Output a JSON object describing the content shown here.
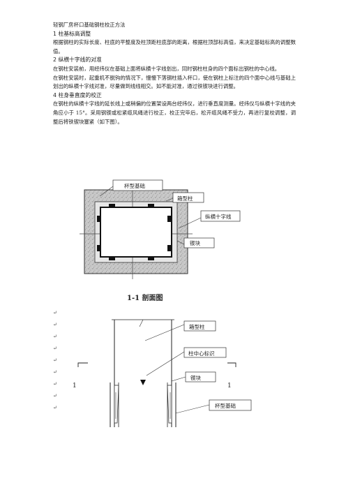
{
  "document": {
    "title": "轻钢厂房杯口基础钢柱校正方法",
    "sections": [
      {
        "heading": "1 柱基标高调整",
        "paragraphs": [
          "根据钢柱的实际长度、柱底的平整度及柱顶距柱底部的距离，根据柱顶部标高值，来决定基础标高的调整数值。"
        ]
      },
      {
        "heading": "2 纵横十字线的对准",
        "paragraphs": [
          "在钢柱安装前，用经纬仪在基础上面将纵横十字线划出，同时钢柱柱身的四个面标出钢柱的中心线。",
          "在钢柱安装时，起重机不脱钩的情况下，慢慢下落钢柱插入杯口，使在钢柱上标注的四个面中心线与基础上划出的纵横十字线对准，尽量做到线线相交。如不能对准，通过铁锲块进行调整。"
        ]
      },
      {
        "heading": "4 柱身垂直度的校正",
        "paragraphs": [
          "在钢柱的纵横十字线的延长线上或稍偏的位置架设两台经纬仪，进行垂直度测量。经纬仪与纵横十字线的夹角应小于 15°。采用钢锲或松紧缆风绳进行校正，校正完毕后，松开缆风绳不受力，再进行复校调整，调整后将铁锲块塞紧（如下图）。"
        ]
      }
    ]
  },
  "plan_figure": {
    "labels": {
      "foundation": "杯型基础",
      "column": "箱型柱",
      "crosshair": "纵横十字线",
      "wedge": "锲块"
    }
  },
  "section_figure": {
    "title": "1-1 剖面图",
    "labels": {
      "column": "箱型柱",
      "center_mark": "柱中心标识",
      "wedge": "锲块",
      "foundation": "杯型基础"
    },
    "cut_left": "1",
    "cut_right": "1"
  },
  "marks": {
    "return": "↵"
  }
}
